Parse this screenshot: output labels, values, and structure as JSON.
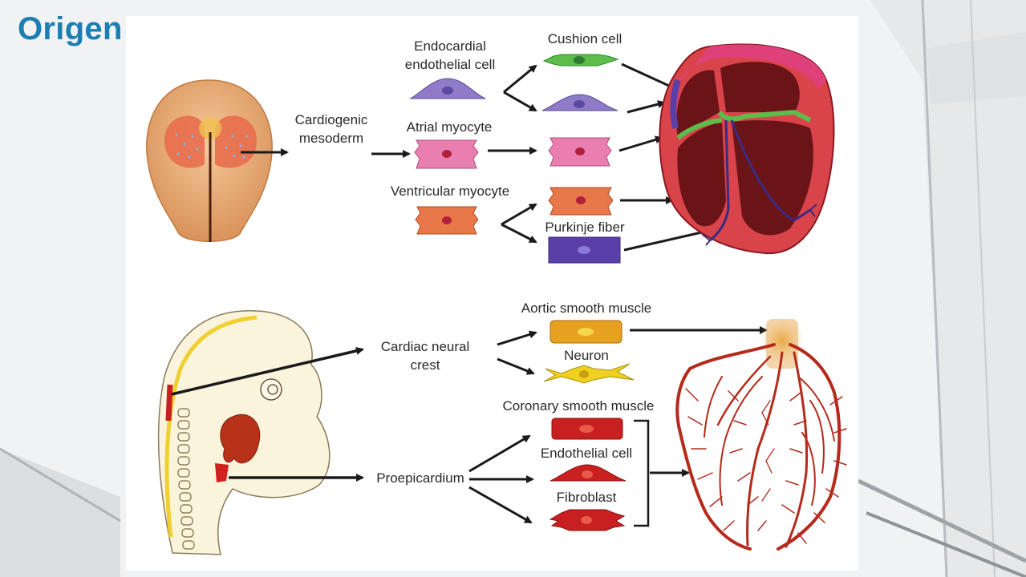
{
  "slide": {
    "title": "Origen celular."
  },
  "diagram": {
    "top_panel": {
      "source": "Cardiogenic mesoderm",
      "source_line1": "Cardiogenic",
      "source_line2": "mesoderm",
      "cells": {
        "endocardial_line1": "Endocardial",
        "endocardial_line2": "endothelial cell",
        "cushion": "Cushion cell",
        "atrial": "Atrial myocyte",
        "ventricular": "Ventricular myocyte",
        "purkinje": "Purkinje fiber"
      }
    },
    "bottom_panel": {
      "neural_crest_line1": "Cardiac neural",
      "neural_crest_line2": "crest",
      "proepicardium": "Proepicardium",
      "cells": {
        "aortic": "Aortic smooth muscle",
        "neuron": "Neuron",
        "coronary": "Coronary smooth muscle",
        "endothelial": "Endothelial cell",
        "fibroblast": "Fibroblast"
      }
    },
    "colors": {
      "title": "#1b7fb3",
      "endocardial": "#8f7bc8",
      "cushion": "#5cbd4a",
      "atrial": "#e87fb0",
      "ventricular": "#e8774a",
      "purkinje": "#5a3fa8",
      "aortic": "#e8a020",
      "neuron": "#f0d020",
      "smooth_muscle": "#c82020",
      "heart_chamber": "#6a1418",
      "heart_outer": "#d9434a",
      "vessels": "#b52a1a"
    }
  }
}
